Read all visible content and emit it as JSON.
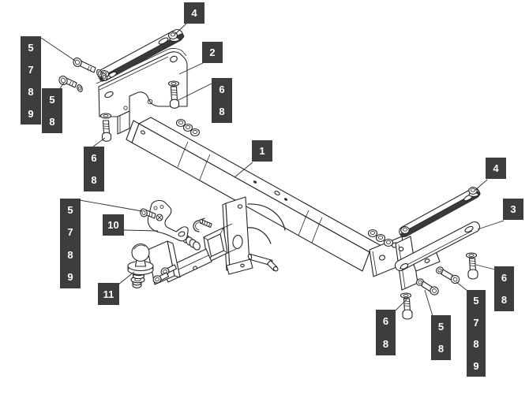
{
  "theme": {
    "callout_bg": "#3d3d3d",
    "callout_text": "#ffffff",
    "line_color": "#262626",
    "background": "#ffffff"
  },
  "callouts": {
    "c4_top": [
      "4"
    ],
    "c2": [
      "2"
    ],
    "s5789_left": [
      "5",
      "7",
      "8",
      "9"
    ],
    "s58_left": [
      "5",
      "8"
    ],
    "s68_left": [
      "6",
      "8"
    ],
    "s68_top": [
      "6",
      "8"
    ],
    "c1": [
      "1"
    ],
    "c4_right": [
      "4"
    ],
    "c3": [
      "3"
    ],
    "s5789_bl": [
      "5",
      "7",
      "8",
      "9"
    ],
    "c10": [
      "10"
    ],
    "c11": [
      "11"
    ],
    "s68_b1": [
      "6",
      "8"
    ],
    "s58_b": [
      "5",
      "8"
    ],
    "s5789_br": [
      "5",
      "7",
      "8",
      "9"
    ],
    "s68_br": [
      "6",
      "8"
    ]
  }
}
